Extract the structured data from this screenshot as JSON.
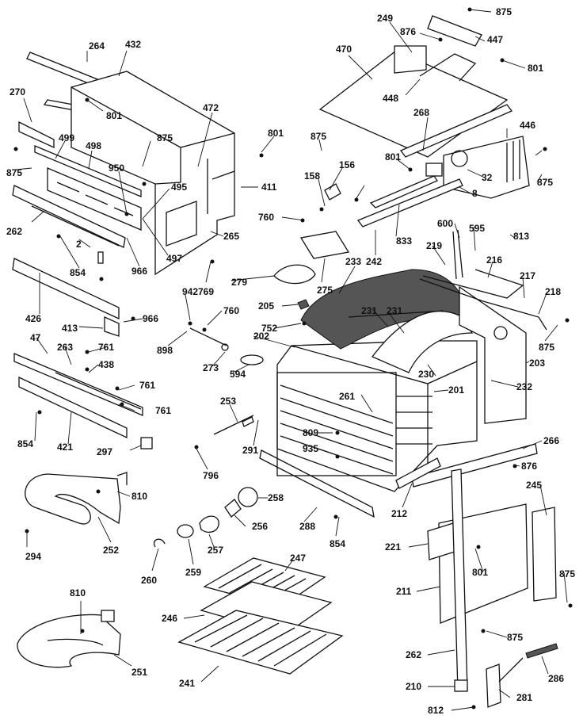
{
  "diagram": {
    "part_numbers": [
      "875",
      "249",
      "876",
      "447",
      "470",
      "801",
      "264",
      "432",
      "801",
      "270",
      "446",
      "448",
      "268",
      "499",
      "498",
      "875",
      "472",
      "801",
      "875",
      "801",
      "950",
      "495",
      "875",
      "156",
      "158",
      "411",
      "32",
      "875",
      "8",
      "760",
      "262",
      "600",
      "595",
      "813",
      "2",
      "854",
      "265",
      "497",
      "966",
      "242",
      "833",
      "219",
      "769",
      "275",
      "216",
      "217",
      "279",
      "233",
      "218",
      "875",
      "205",
      "426",
      "966",
      "752",
      "942",
      "760",
      "413",
      "231",
      "231",
      "202",
      "898",
      "47",
      "263",
      "761",
      "438",
      "273",
      "594",
      "230",
      "203",
      "232",
      "761",
      "201",
      "761",
      "261",
      "854",
      "421",
      "297",
      "253",
      "266",
      "809",
      "291",
      "935",
      "876",
      "796",
      "810",
      "258",
      "245",
      "212",
      "256",
      "288",
      "854",
      "294",
      "252",
      "257",
      "221",
      "260",
      "259",
      "247",
      "801",
      "875",
      "211",
      "246",
      "810",
      "875",
      "262",
      "286",
      "210",
      "251",
      "241",
      "812",
      "281"
    ]
  }
}
